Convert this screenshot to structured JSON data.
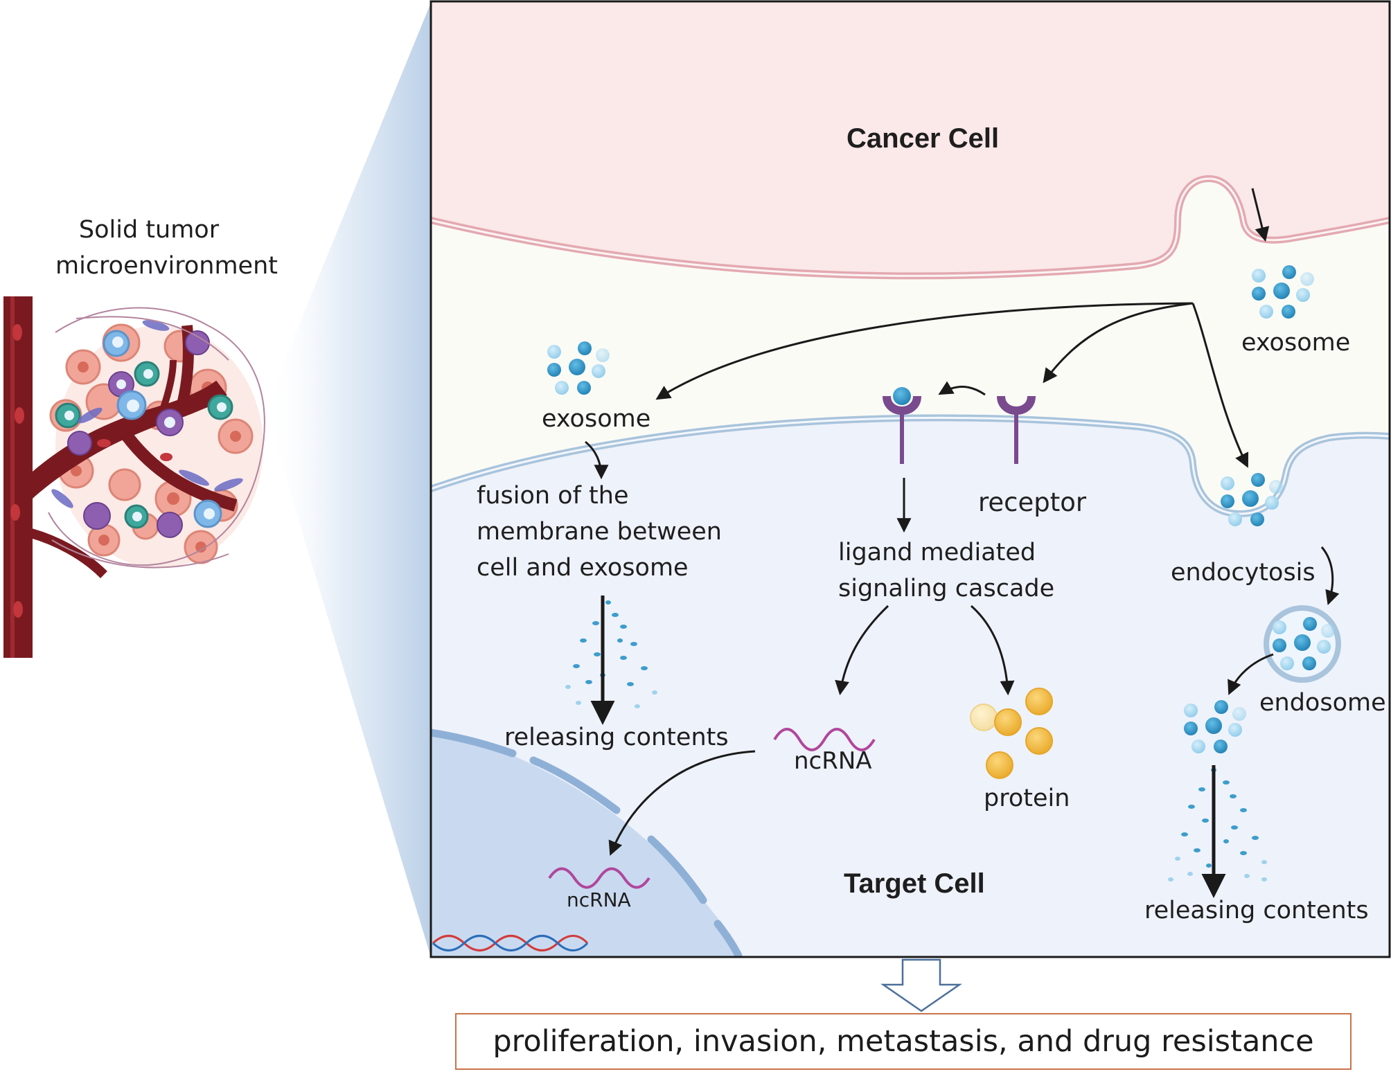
{
  "tumor": {
    "caption": "Solid tumor\nmicroenvironment"
  },
  "cancer_cell": {
    "title": "Cancer Cell"
  },
  "target_cell": {
    "title": "Target Cell"
  },
  "labels": {
    "exosome_top": "exosome",
    "exosome_left": "exosome",
    "fusion": "fusion of the\nmembrane between\ncell and exosome",
    "releasing_left": "releasing contents",
    "receptor": "receptor",
    "ligand": "ligand mediated\nsignaling cascade",
    "endocytosis": "endocytosis",
    "endosome": "endosome",
    "releasing_right": "releasing contents",
    "ncrna_cytoplasm": "ncRNA",
    "ncrna_nucleus": "ncRNA",
    "protein": "protein"
  },
  "outcome": "proliferation, invasion, metastasis, and drug resistance",
  "colors": {
    "cancer_cell_fill": "#fbe8e8",
    "cancer_membrane": "#e3a9b1",
    "target_cell_fill": "#eef2fa",
    "target_membrane": "#a9c4dc",
    "nucleus_fill": "#c9daf0",
    "exosome_blue": "#3c9dcc",
    "exosome_light": "#9fd2ec",
    "receptor_purple": "#7a4a8e",
    "ncrna_magenta": "#b0479c",
    "protein_yellow": "#f2b63d",
    "vessel": "#7a1a20",
    "outcome_border": "#c8734a"
  }
}
